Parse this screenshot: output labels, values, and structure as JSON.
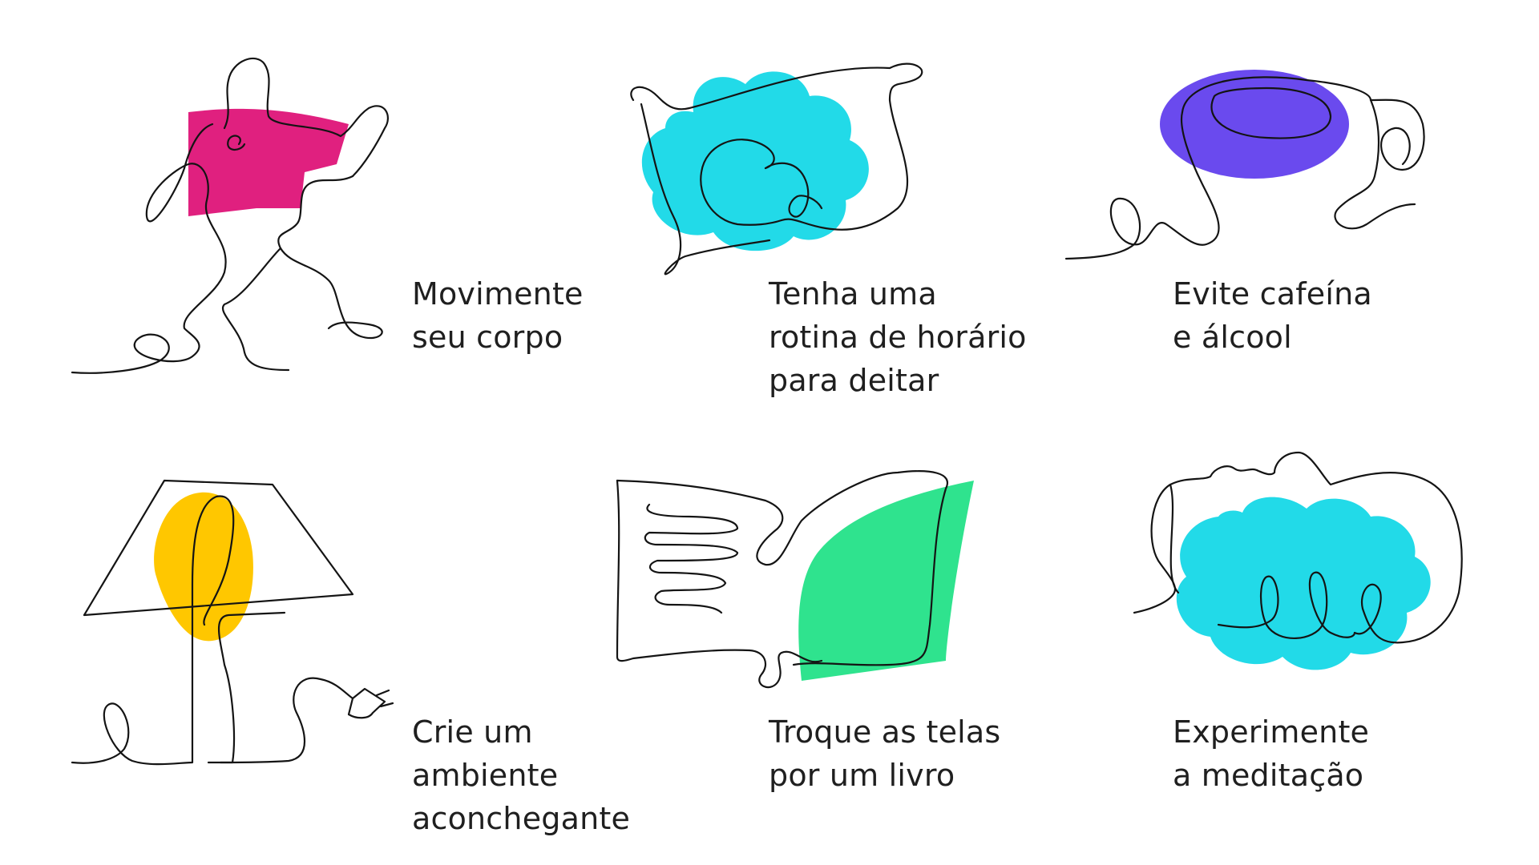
{
  "colors": {
    "line": "#141414",
    "magenta": "#E0207F",
    "cyan": "#22DAE8",
    "purple": "#6A4AEE",
    "yellow": "#FFC700",
    "green": "#2FE38E",
    "text": "#1f1f1f",
    "background": "#ffffff"
  },
  "tips": [
    {
      "icon": "running-person-icon",
      "lines": [
        "Movimente",
        "seu corpo"
      ]
    },
    {
      "icon": "pillow-cloud-icon",
      "lines": [
        "Tenha uma",
        "rotina de horário",
        "para deitar"
      ]
    },
    {
      "icon": "coffee-cup-icon",
      "lines": [
        "Evite cafeína",
        "e álcool"
      ]
    },
    {
      "icon": "lamp-icon",
      "lines": [
        "Crie um",
        "ambiente",
        "aconchegante"
      ]
    },
    {
      "icon": "open-book-icon",
      "lines": [
        "Troque as telas",
        "por um livro"
      ]
    },
    {
      "icon": "meditating-head-icon",
      "lines": [
        "Experimente",
        "a meditação"
      ]
    }
  ]
}
